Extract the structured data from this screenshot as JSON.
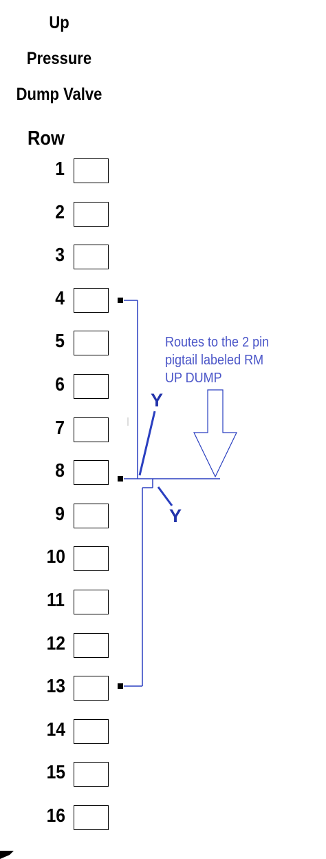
{
  "header": {
    "line1": "Up",
    "line2": "Pressure",
    "line3": "Dump Valve",
    "row_title": "Row"
  },
  "rows": [
    "1",
    "2",
    "3",
    "4",
    "5",
    "6",
    "7",
    "8",
    "9",
    "10",
    "11",
    "12",
    "13",
    "14",
    "15",
    "16"
  ],
  "wired_rows": [
    "4",
    "8",
    "13"
  ],
  "annotation": {
    "line1": "Routes to the 2 pin",
    "line2": "pigtail labeled RM",
    "line3": "UP DUMP"
  },
  "wire_labels": {
    "upper": "Y",
    "lower": "Y"
  },
  "colors": {
    "wire": "#2a3fc0",
    "annotation_text": "#4a55c8",
    "label_text": "#2233aa"
  }
}
